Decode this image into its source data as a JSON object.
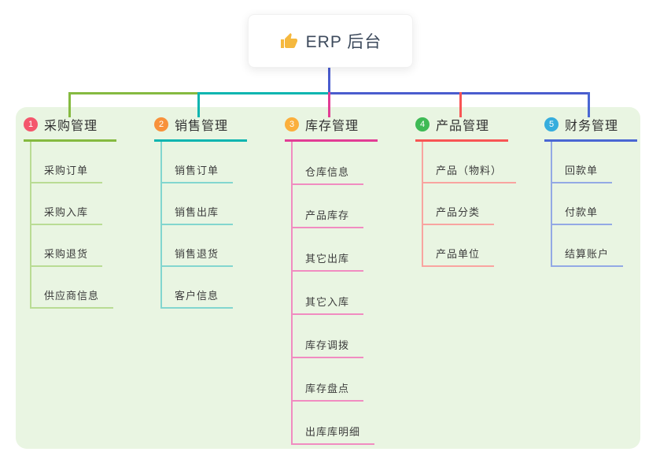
{
  "root": {
    "title": "ERP 后台",
    "icon": "thumbs-up-icon",
    "icon_color": "#f5b83e"
  },
  "panel": {
    "bg": "#e9f5e2"
  },
  "connector_color": "#4a5cce",
  "branches": [
    {
      "number": "1",
      "label": "采购管理",
      "badge_color": "#f4566c",
      "line_color": "#85ba40",
      "child_line_color": "#b9dc94",
      "children": [
        "采购订单",
        "采购入库",
        "采购退货",
        "供应商信息"
      ]
    },
    {
      "number": "2",
      "label": "销售管理",
      "badge_color": "#f8913b",
      "line_color": "#0cb5b0",
      "child_line_color": "#82d6cf",
      "children": [
        "销售订单",
        "销售出库",
        "销售退货",
        "客户信息"
      ]
    },
    {
      "number": "3",
      "label": "库存管理",
      "badge_color": "#fbaf3c",
      "line_color": "#e23d95",
      "child_line_color": "#f18cc1",
      "children": [
        "仓库信息",
        "产品库存",
        "其它出库",
        "其它入库",
        "库存调拨",
        "库存盘点",
        "出库库明细"
      ]
    },
    {
      "number": "4",
      "label": "产品管理",
      "badge_color": "#3eba55",
      "line_color": "#f85555",
      "child_line_color": "#f9a4a0",
      "children": [
        "产品（物料）",
        "产品分类",
        "产品单位"
      ]
    },
    {
      "number": "5",
      "label": "财务管理",
      "badge_color": "#36addd",
      "line_color": "#4a67d3",
      "child_line_color": "#93a9e5",
      "children": [
        "回款单",
        "付款单",
        "结算账户"
      ]
    }
  ]
}
